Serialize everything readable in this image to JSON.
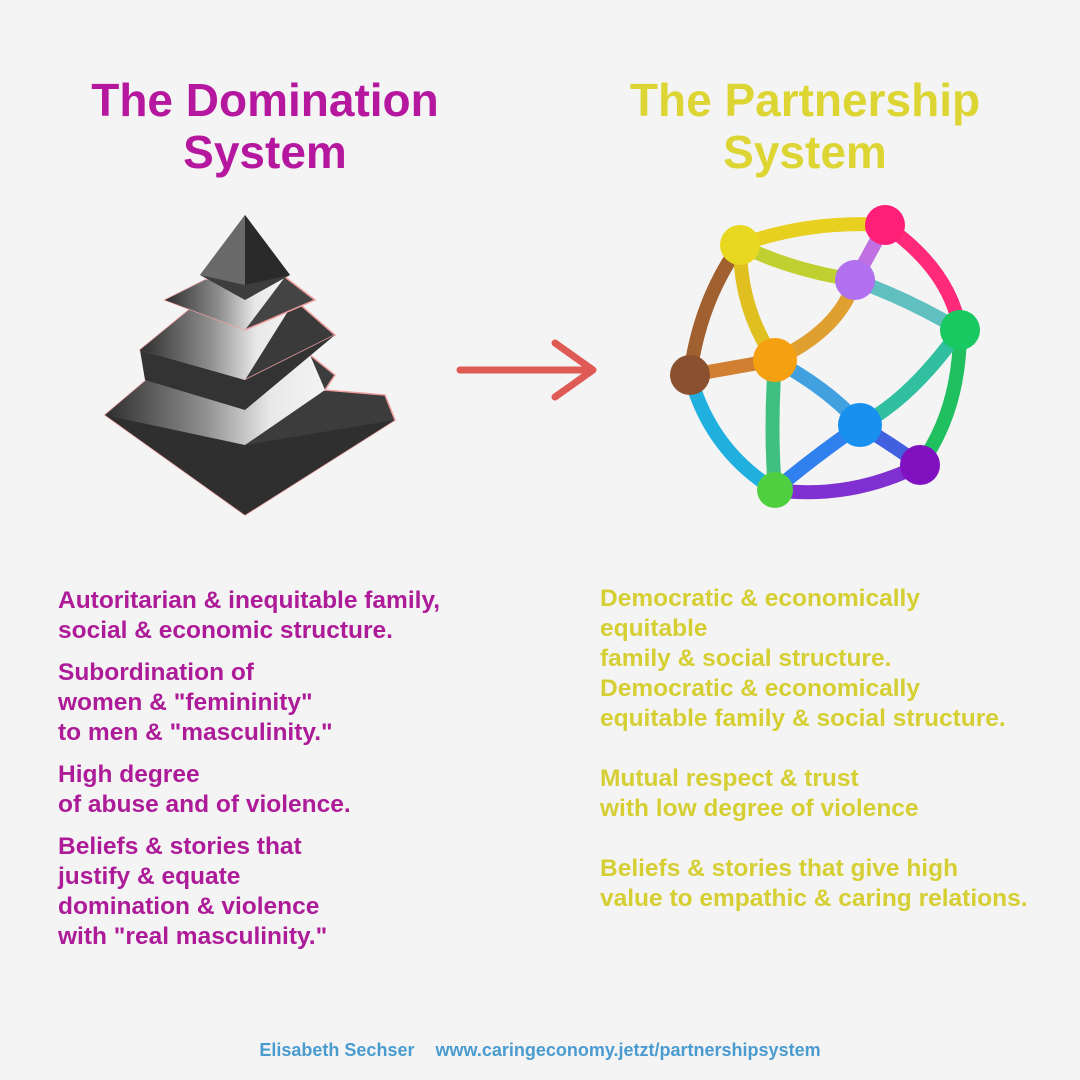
{
  "left": {
    "title": "The Domination\nSystem",
    "color": "#b5179e",
    "items": [
      "Autoritarian & inequitable family,\nsocial & economic structure.",
      "Subordination of\nwomen & \"femininity\"\nto men & \"masculinity.\"",
      "High degree\nof abuse and of violence.",
      "Beliefs & stories that\njustify & equate\ndomination & violence\nwith \"real masculinity.\""
    ],
    "icon": "pyramid-icon"
  },
  "right": {
    "title": "The Partnership\nSystem",
    "color": "#dcd533",
    "items": [
      "Democratic & economically\nequitable\nfamily & social structure.\nDemocratic & economically\nequitable family & social structure.",
      "Mutual respect & trust\nwith low degree of violence",
      "Beliefs & stories that give high\nvalue to empathic & caring relations."
    ],
    "icon": "network-icon"
  },
  "arrow": {
    "icon": "arrow-right-icon",
    "color": "#e05a55"
  },
  "footer": {
    "author": "Elisabeth Sechser",
    "url": "www.caringeconomy.jetzt/partnershipsystem",
    "color": "#4a9bcf"
  }
}
